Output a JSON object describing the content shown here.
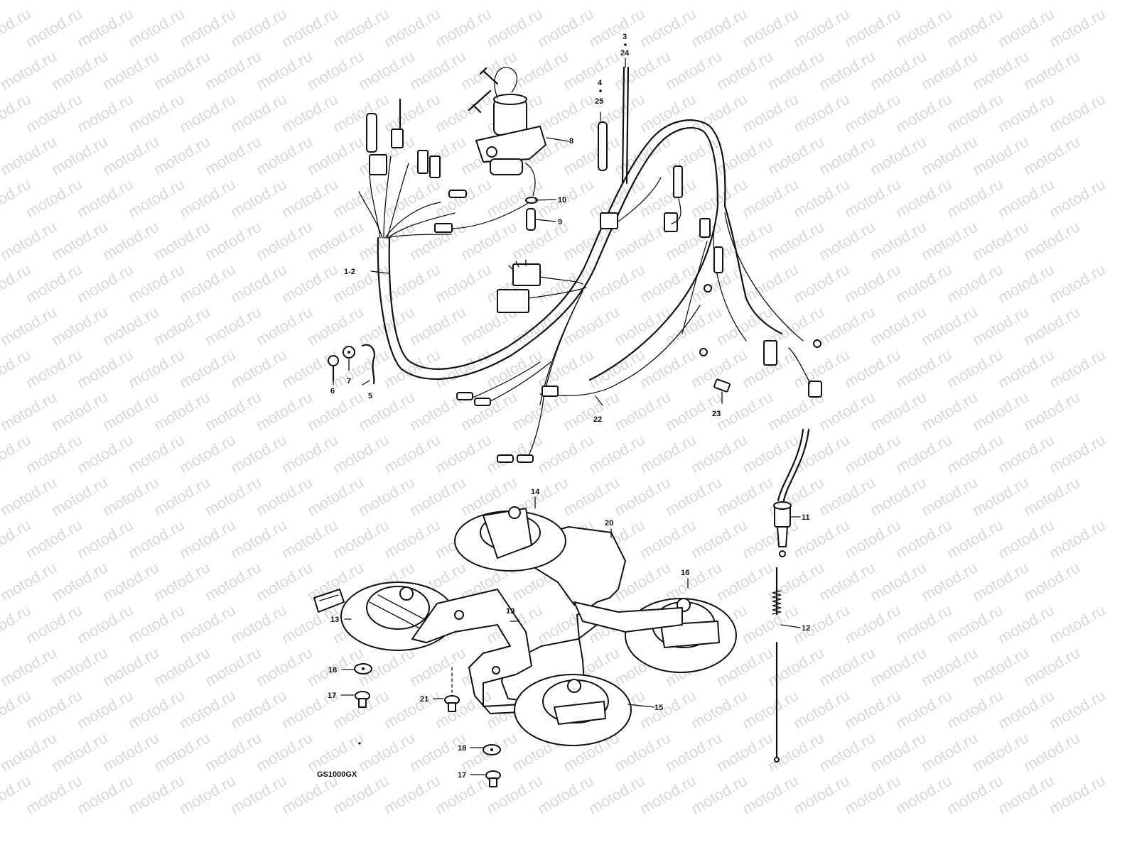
{
  "watermark": {
    "text": "motod.ru"
  },
  "diagram": {
    "model_code": "GS1000GX",
    "part_labels": {
      "p1_2": "1-2",
      "p3": "3",
      "p4": "4",
      "p5": "5",
      "p6": "6",
      "p7": "7",
      "p8": "8",
      "p9": "9",
      "p10": "10",
      "p11": "11",
      "p12": "12",
      "p13": "13",
      "p14": "14",
      "p15": "15",
      "p16": "16",
      "p17a": "17",
      "p17b": "17",
      "p18a": "18",
      "p18b": "18",
      "p19": "19",
      "p20": "20",
      "p21": "21",
      "p22": "22",
      "p23": "23",
      "p24": "24",
      "p25": "25"
    }
  }
}
